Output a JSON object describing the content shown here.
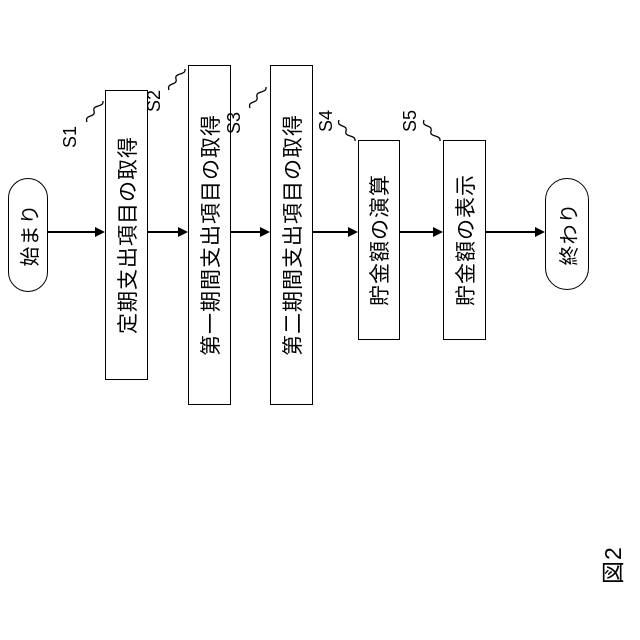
{
  "figure": {
    "caption": "図2",
    "start": {
      "label": "始まり"
    },
    "end": {
      "label": "終わり"
    },
    "steps": [
      {
        "id": "S1",
        "label": "定期支出項目の取得"
      },
      {
        "id": "S2",
        "label": "第一期間支出項目の取得"
      },
      {
        "id": "S3",
        "label": "第二期間支出項目の取得"
      },
      {
        "id": "S4",
        "label": "貯金額の演算"
      },
      {
        "id": "S5",
        "label": "貯金額の表示"
      }
    ],
    "colors": {
      "line": "#000000",
      "background": "#ffffff"
    }
  }
}
